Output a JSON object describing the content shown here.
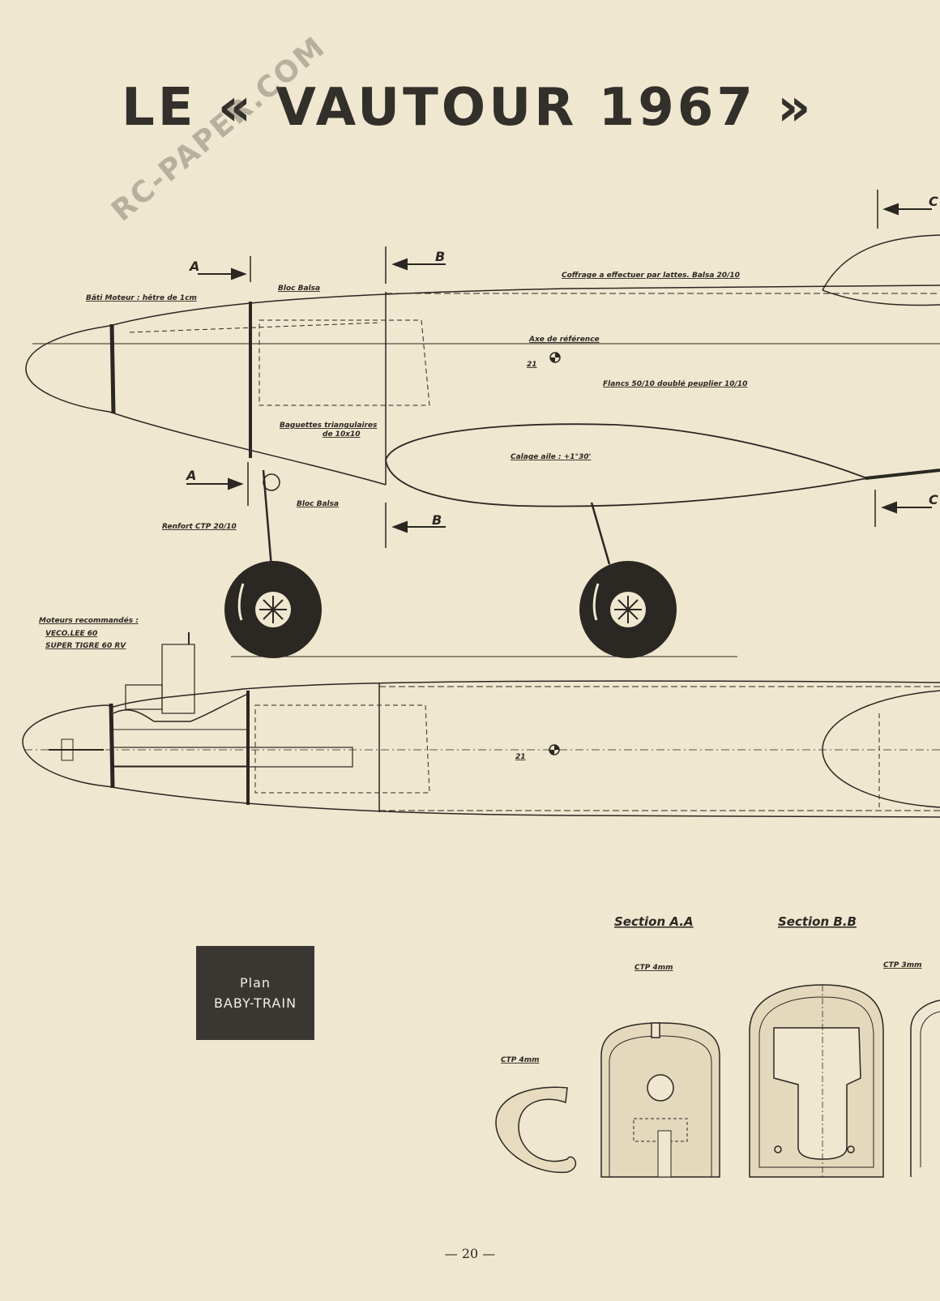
{
  "title": "LE « VAUTOUR 1967 »",
  "watermark": "RC-PAPER.COM",
  "labels": {
    "bati_moteur": "Bâti Moteur : hêtre de 1cm",
    "bloc_balsa_top": "Bloc Balsa",
    "coffrage": "Coffrage a effectuer par lattes. Balsa 20/10",
    "axe": "Axe de référence",
    "flancs": "Flancs 50/10 doublé peuplier 10/10",
    "baguettes_1": "Baguettes triangulaires",
    "baguettes_2": "de 10x10",
    "calage": "Calage aile : +1°30'",
    "bloc_balsa_bottom": "Bloc Balsa",
    "renfort": "Renfort CTP 20/10",
    "moteurs_title": "Moteurs recommandés :",
    "moteur_1": "VECO.LEE 60",
    "moteur_2": "SUPER TIGRE 60 RV",
    "cg_mark_1": "21",
    "cg_mark_2": "21"
  },
  "arrows": {
    "a": "A",
    "b": "B",
    "c": "C"
  },
  "sections": {
    "aa": "Section A.A",
    "bb": "Section B.B",
    "ctp4_left": "CTP 4mm",
    "ctp4_aa": "CTP 4mm",
    "ctp3_bb": "CTP 3mm"
  },
  "plan_box": {
    "line1": "Plan",
    "line2": "BABY-TRAIN"
  },
  "page_number": "— 20 —"
}
